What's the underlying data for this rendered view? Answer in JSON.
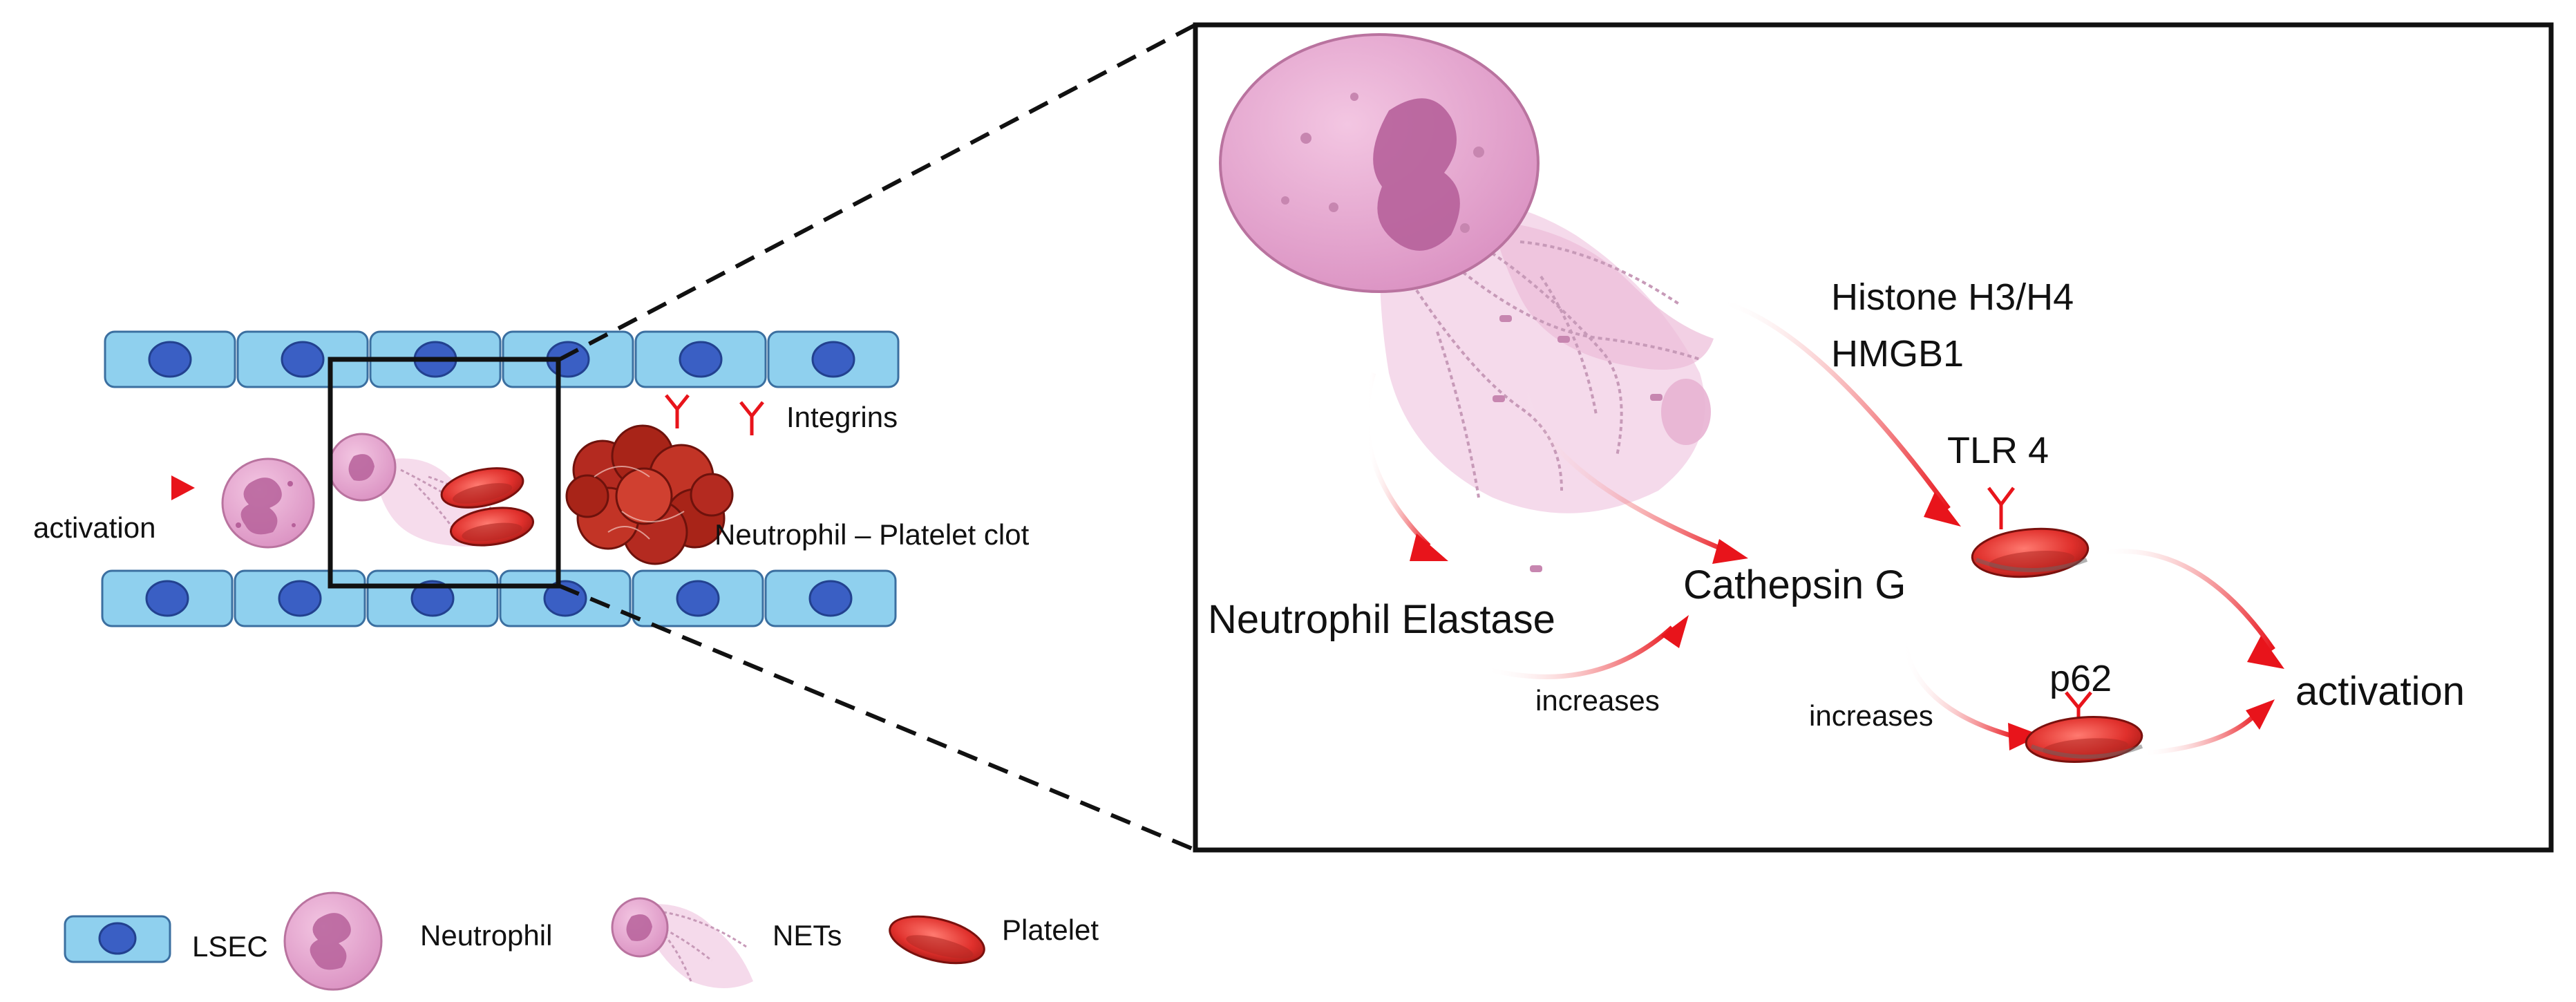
{
  "left_panel": {
    "activation_label": "activation",
    "integrins_label": "Integrins",
    "clot_label": "Neutrophil – Platelet clot"
  },
  "zoom_panel": {
    "histone_label": "Histone H3/H4",
    "hmgb1_label": "HMGB1",
    "tlr4_label": "TLR 4",
    "elastase_label": "Neutrophil Elastase",
    "cathepsin_label": "Cathepsin G",
    "increases_label_1": "increases",
    "increases_label_2": "increases",
    "p62_label": "p62",
    "activation_label": "activation"
  },
  "legend": {
    "lsec_label": "LSEC",
    "neutrophil_label": "Neutrophil",
    "nets_label": "NETs",
    "platelet_label": "Platelet"
  },
  "colors": {
    "lsec_fill": "#8fd0ee",
    "lsec_nucleus": "#3a5fc4",
    "arrow_red": "#e8141b",
    "neutrophil_pink": "#e6a2cd",
    "platelet_red": "#e0302c"
  }
}
